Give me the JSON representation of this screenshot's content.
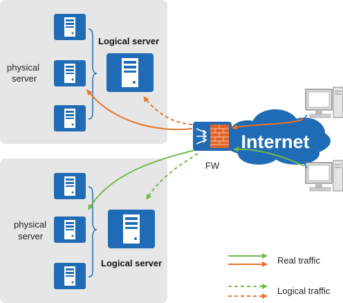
{
  "colors": {
    "panel": "#e6e6e6",
    "server_blue": "#1f6bb5",
    "cloud_blue": "#1f6bb5",
    "real_traffic": "#e8742a",
    "logical_traffic_green": "#73b94a",
    "firewall_brick": "#e0632a"
  },
  "top_group": {
    "physical_label_line1": "physical",
    "physical_label_line2": "server",
    "logical_label": "Logical server"
  },
  "bottom_group": {
    "physical_label_line1": "physical",
    "physical_label_line2": "server",
    "logical_label": "Logical server"
  },
  "firewall": {
    "label": "FW",
    "icon": "firewall-icon"
  },
  "internet": {
    "label": "Internet",
    "icon": "cloud-icon"
  },
  "clients": {
    "icon": "desktop-pc-icon"
  },
  "legend": {
    "real_label": "Real traffic",
    "logical_label": "Logical traffic"
  }
}
